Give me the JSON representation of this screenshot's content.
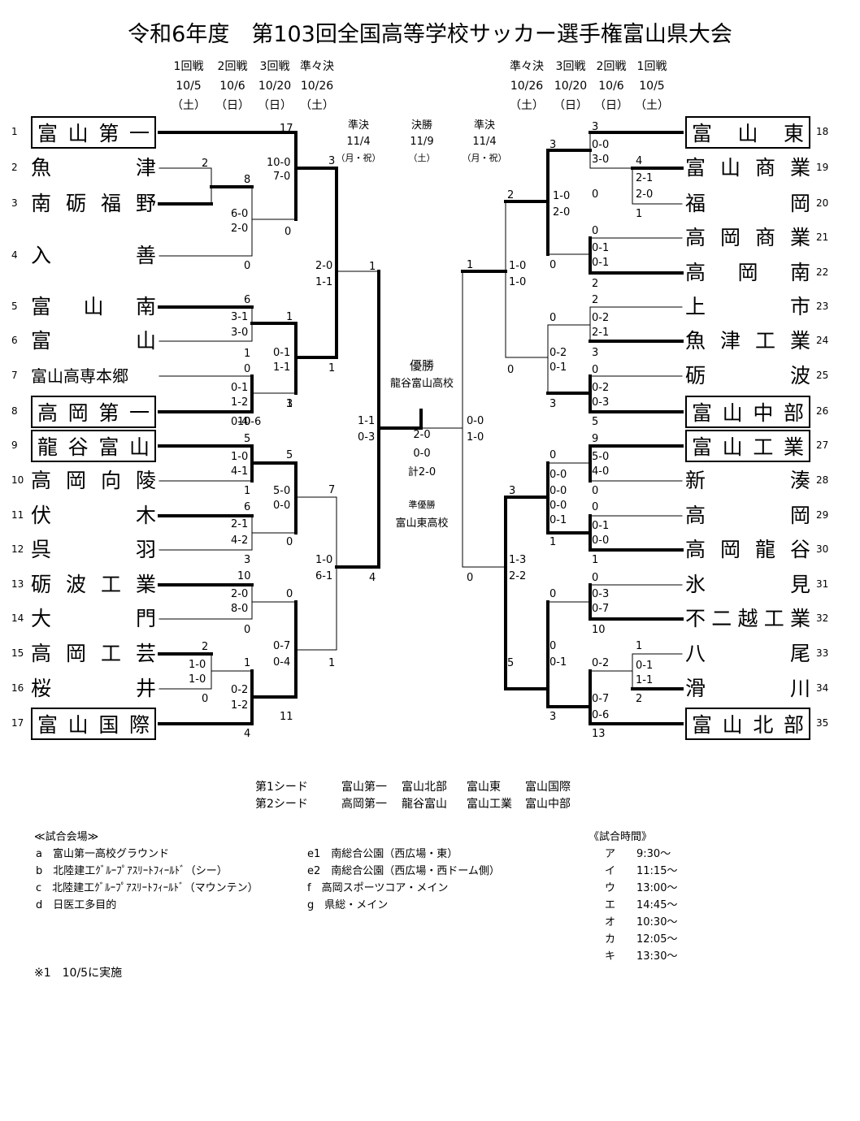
{
  "title": "令和6年度　第103回全国高等学校サッカー選手権富山県大会",
  "rounds_left": [
    {
      "name": "1回戦",
      "date": "10/5",
      "day": "（土）"
    },
    {
      "name": "2回戦",
      "date": "10/6",
      "day": "（日）"
    },
    {
      "name": "3回戦",
      "date": "10/20",
      "day": "（日）"
    },
    {
      "name": "準々決",
      "date": "10/26",
      "day": "（土）"
    }
  ],
  "rounds_right": [
    {
      "name": "準々決",
      "date": "10/26",
      "day": "（土）"
    },
    {
      "name": "3回戦",
      "date": "10/20",
      "day": "（日）"
    },
    {
      "name": "2回戦",
      "date": "10/6",
      "day": "（日）"
    },
    {
      "name": "1回戦",
      "date": "10/5",
      "day": "（土）"
    }
  ],
  "center_rounds": [
    {
      "name": "準決",
      "date": "11/4",
      "day": "（月・祝）"
    },
    {
      "name": "決勝",
      "date": "11/9",
      "day": "（土）"
    },
    {
      "name": "準決",
      "date": "11/4",
      "day": "（月・祝）"
    }
  ],
  "teams_left": [
    {
      "no": "1",
      "name": "富山第一",
      "seed": true
    },
    {
      "no": "2",
      "name": "魚津"
    },
    {
      "no": "3",
      "name": "南砺福野"
    },
    {
      "no": "4",
      "name": "入善"
    },
    {
      "no": "5",
      "name": "富山南"
    },
    {
      "no": "6",
      "name": "富山"
    },
    {
      "no": "7",
      "name": "富山高専本郷"
    },
    {
      "no": "8",
      "name": "高岡第一",
      "seed": true
    },
    {
      "no": "9",
      "name": "龍谷富山",
      "seed": true
    },
    {
      "no": "10",
      "name": "高岡向陵"
    },
    {
      "no": "11",
      "name": "伏木"
    },
    {
      "no": "12",
      "name": "呉羽"
    },
    {
      "no": "13",
      "name": "砺波工業"
    },
    {
      "no": "14",
      "name": "大門"
    },
    {
      "no": "15",
      "name": "高岡工芸"
    },
    {
      "no": "16",
      "name": "桜井"
    },
    {
      "no": "17",
      "name": "富山国際",
      "seed": true
    }
  ],
  "teams_right": [
    {
      "no": "18",
      "name": "富山東",
      "seed": true
    },
    {
      "no": "19",
      "name": "富山商業"
    },
    {
      "no": "20",
      "name": "福岡"
    },
    {
      "no": "21",
      "name": "高岡商業"
    },
    {
      "no": "22",
      "name": "高岡南"
    },
    {
      "no": "23",
      "name": "上市"
    },
    {
      "no": "24",
      "name": "魚津工業"
    },
    {
      "no": "25",
      "name": "砺波"
    },
    {
      "no": "26",
      "name": "富山中部",
      "seed": true
    },
    {
      "no": "27",
      "name": "富山工業",
      "seed": true
    },
    {
      "no": "28",
      "name": "新湊"
    },
    {
      "no": "29",
      "name": "高岡"
    },
    {
      "no": "30",
      "name": "高岡龍谷"
    },
    {
      "no": "31",
      "name": "氷見"
    },
    {
      "no": "32",
      "name": "不二越工業"
    },
    {
      "no": "33",
      "name": "八尾"
    },
    {
      "no": "34",
      "name": "滑川"
    },
    {
      "no": "35",
      "name": "富山北部",
      "seed": true
    }
  ],
  "scores_left": [
    "17",
    "3",
    "1",
    "0-1",
    "1-1",
    "2",
    "8",
    "6-0",
    "2-0",
    "0",
    "10-0",
    "7-0",
    "0",
    "1",
    "2-0",
    "1-1",
    "6",
    "3-1",
    "3-0",
    "1",
    "1",
    "0",
    "0-1",
    "1-2",
    "0-4",
    "0-6",
    "1",
    "3",
    "10",
    "5",
    "1-0",
    "4-1",
    "1",
    "5",
    "5-0",
    "0-0",
    "6",
    "2-1",
    "4-2",
    "0",
    "3",
    "7",
    "1-0",
    "6-1",
    "4",
    "10",
    "2-0",
    "8-0",
    "0",
    "0",
    "2",
    "1-0",
    "1-0",
    "0",
    "1",
    "0-2",
    "1-2",
    "0-7",
    "0-4",
    "1",
    "11",
    "4",
    "1-1",
    "0-3"
  ],
  "scores_right": [
    "3",
    "0-0",
    "3-0",
    "3",
    "4",
    "2-1",
    "2-0",
    "0",
    "1",
    "2",
    "1-0",
    "2-0",
    "0",
    "0-1",
    "0-1",
    "0",
    "2",
    "1",
    "1-0",
    "1-0",
    "2",
    "0-2",
    "2-1",
    "0",
    "3",
    "0-2",
    "0-1",
    "0",
    "0",
    "0-2",
    "0-3",
    "3",
    "5",
    "0-0",
    "1-0",
    "9",
    "5-0",
    "4-0",
    "0",
    "0-0",
    "0-0",
    "0-0",
    "0-1",
    "3",
    "0",
    "0",
    "0-1",
    "0-0",
    "1",
    "1",
    "1-3",
    "2-2",
    "0",
    "0",
    "0-3",
    "0-7",
    "10",
    "0",
    "0",
    "0-1",
    "0-2",
    "5",
    "1",
    "0-1",
    "1-1",
    "2",
    "0-7",
    "0-6",
    "3",
    "13"
  ],
  "center": {
    "winner_label": "優勝",
    "winner_team": "龍谷富山高校",
    "final_scores": [
      "2-0",
      "0-0",
      "計2-0"
    ],
    "runner_up_label": "準優勝",
    "runner_up_team": "富山東高校"
  },
  "seeds": [
    {
      "label": "第1シード",
      "teams": [
        "富山第一",
        "富山北部",
        "富山東",
        "富山国際"
      ]
    },
    {
      "label": "第2シード",
      "teams": [
        "高岡第一",
        "龍谷富山",
        "富山工業",
        "富山中部"
      ]
    }
  ],
  "venues": {
    "header": "≪試合会場≫",
    "col1": [
      {
        "code": "a",
        "name": "富山第一高校グラウンド"
      },
      {
        "code": "b",
        "name": "北陸建工ｸﾞﾙｰﾌﾟｱｽﾘｰﾄﾌｨｰﾙﾄﾞ（シー）"
      },
      {
        "code": "c",
        "name": "北陸建工ｸﾞﾙｰﾌﾟｱｽﾘｰﾄﾌｨｰﾙﾄﾞ（マウンテン）"
      },
      {
        "code": "d",
        "name": "日医工多目的"
      }
    ],
    "col2": [
      {
        "code": "e1",
        "name": "南総合公園（西広場・東）"
      },
      {
        "code": "e2",
        "name": "南総合公園（西広場・西ドーム側）"
      },
      {
        "code": "f",
        "name": "高岡スポーツコア・メイン"
      },
      {
        "code": "g",
        "name": "県総・メイン"
      }
    ]
  },
  "times": {
    "header": "《試合時間》",
    "items": [
      {
        "code": "ア",
        "time": "9:30～"
      },
      {
        "code": "イ",
        "time": "11:15～"
      },
      {
        "code": "ウ",
        "time": "13:00～"
      },
      {
        "code": "エ",
        "time": "14:45～"
      },
      {
        "code": "オ",
        "time": "10:30～"
      },
      {
        "code": "カ",
        "time": "12:05～"
      },
      {
        "code": "キ",
        "time": "13:30～"
      }
    ]
  },
  "note": "※1　10/5に実施"
}
